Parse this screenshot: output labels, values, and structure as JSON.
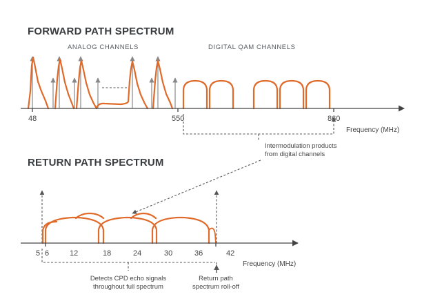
{
  "forward": {
    "title": "FORWARD PATH SPECTRUM",
    "analog_label": "ANALOG CHANNELS",
    "digital_label": "DIGITAL QAM CHANNELS",
    "ticks": [
      "48",
      "550",
      "860"
    ],
    "unit": "Frequency (MHz)"
  },
  "intermod_note": [
    "Intermodulation products",
    "from digital channels"
  ],
  "return": {
    "title": "RETURN PATH SPECTRUM",
    "ticks": [
      "5",
      "6",
      "12",
      "18",
      "24",
      "30",
      "36",
      "42"
    ],
    "unit": "Frequency (MHz)",
    "cpd_note": [
      "Detects CPD echo signals",
      "throughout full spectrum"
    ],
    "rolloff_note": [
      "Return path",
      "spectrum roll-off"
    ]
  },
  "colors": {
    "signal": "#e06a2a",
    "axis": "#444444",
    "carrier": "#888888",
    "text": "#3a3d40"
  }
}
